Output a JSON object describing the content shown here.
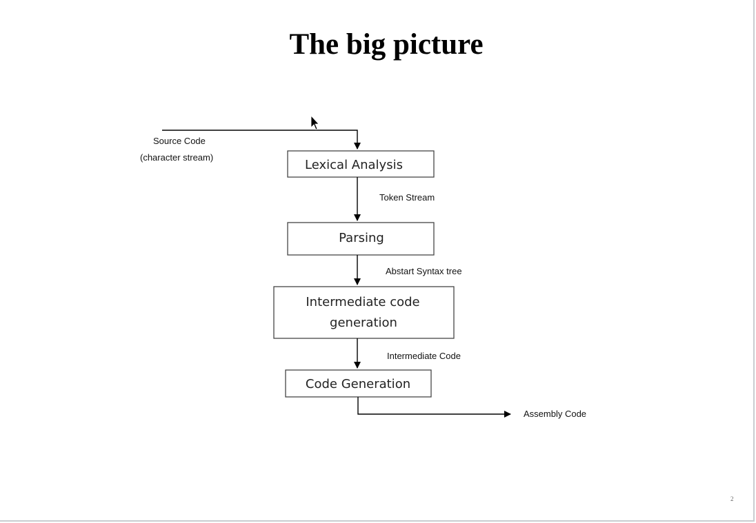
{
  "slide": {
    "title": "The big picture",
    "page_number": "2"
  },
  "diagram": {
    "input": {
      "label_line1": "Source Code",
      "label_line2": "(character stream)"
    },
    "nodes": [
      {
        "id": "lexical",
        "label_lines": [
          "Lexical Analysis"
        ]
      },
      {
        "id": "parsing",
        "label_lines": [
          "Parsing"
        ]
      },
      {
        "id": "intermediate",
        "label_lines": [
          "Intermediate code",
          "generation"
        ]
      },
      {
        "id": "codegen",
        "label_lines": [
          "Code Generation"
        ]
      }
    ],
    "edges": [
      {
        "from": "lexical",
        "to": "parsing",
        "label": "Token Stream"
      },
      {
        "from": "parsing",
        "to": "intermediate",
        "label": "Abstart Syntax tree"
      },
      {
        "from": "intermediate",
        "to": "codegen",
        "label": "Intermediate Code"
      }
    ],
    "output": {
      "label": "Assembly Code"
    }
  }
}
